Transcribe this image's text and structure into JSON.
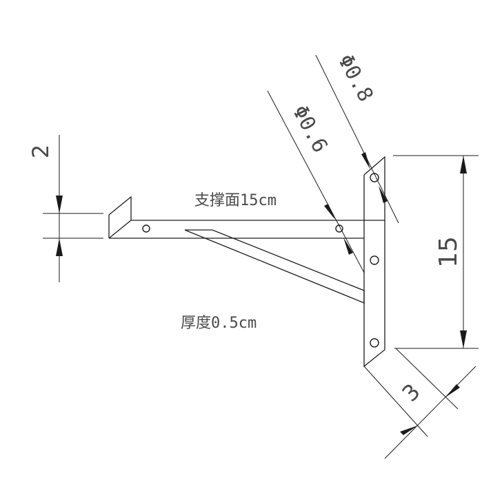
{
  "annotations": {
    "support_surface": "支撑面15cm",
    "thickness": "厚度0.5cm"
  },
  "dimensions": {
    "lip_height": "2",
    "bracket_height": "15",
    "bottom_width": "3",
    "hole_small": "Φ0.6",
    "hole_large": "Φ0.8"
  }
}
